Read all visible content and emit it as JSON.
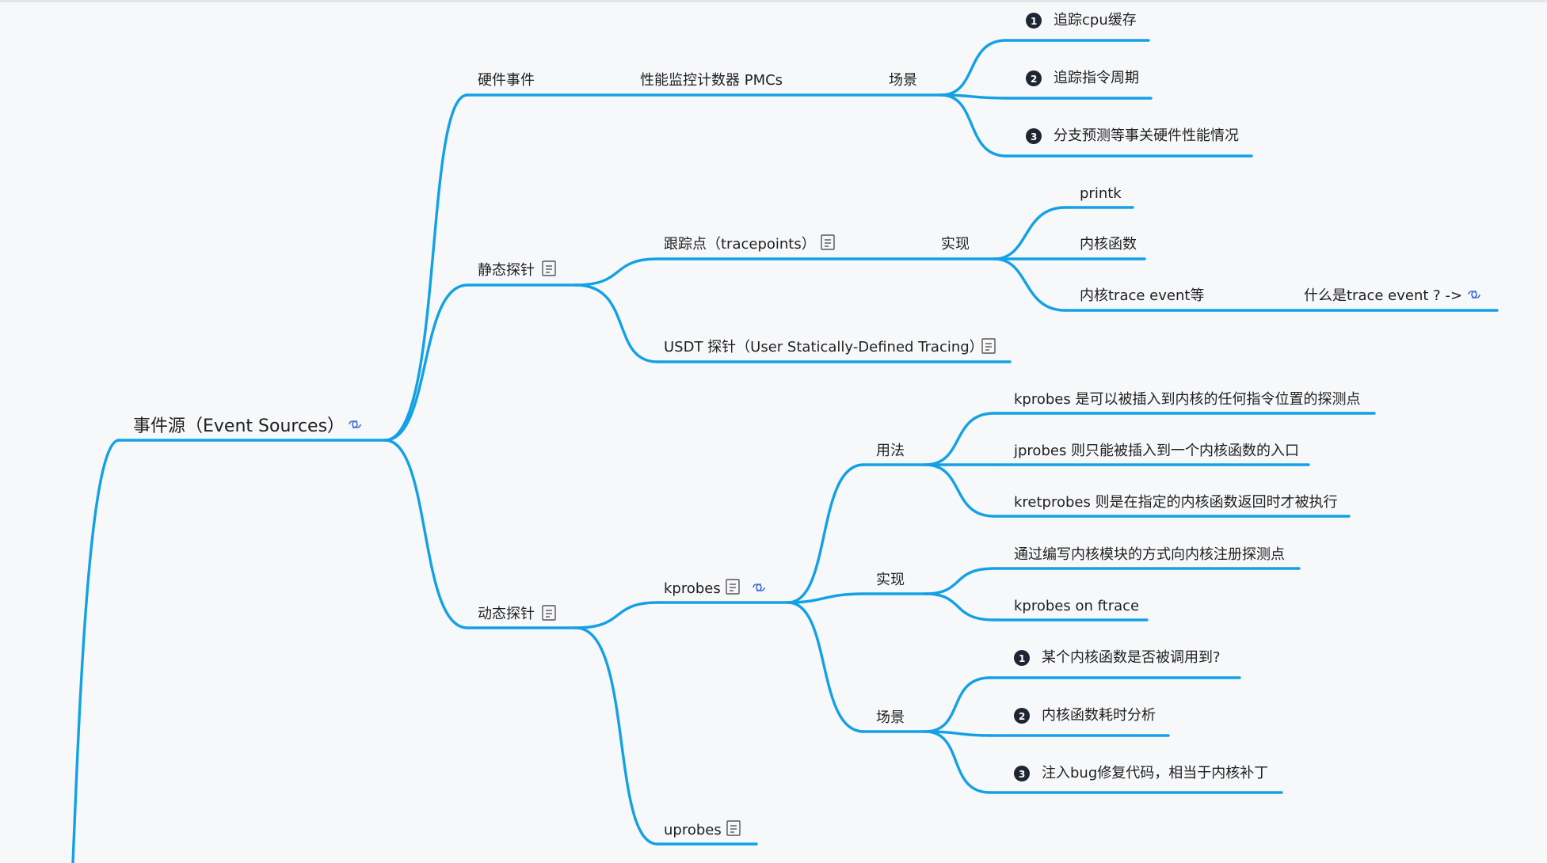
{
  "colors": {
    "edge": "#13a1e6",
    "text": "#1f1f1f",
    "badge": "#1f2633",
    "link_icon": "#3b6fd6",
    "background": "#f7f8fa"
  },
  "nodes": {
    "root": "事件源（Event Sources）",
    "hw": "硬件事件",
    "pmc": "性能监控计数器 PMCs",
    "hw_scene": "场景",
    "hw_s1": "追踪cpu缓存",
    "hw_s2": "追踪指令周期",
    "hw_s3": "分支预测等事关硬件性能情况",
    "static": "静态探针",
    "tracepoints": "跟踪点（tracepoints）",
    "tp_impl": "实现",
    "printk": "printk",
    "kfunc": "内核函数",
    "ktrace": "内核trace event等",
    "what_trace": "什么是trace event ? ->",
    "usdt": "USDT 探针（User Statically-Defined Tracing）",
    "dynamic": "动态探针",
    "kprobes": "kprobes",
    "usage": "用法",
    "use1": "kprobes 是可以被插入到内核的任何指令位置的探测点",
    "use2": "jprobes 则只能被插入到一个内核函数的入口",
    "use3": "kretprobes 则是在指定的内核函数返回时才被执行",
    "kp_impl": "实现",
    "impl1": "通过编写内核模块的方式向内核注册探测点",
    "impl2": "kprobes on ftrace",
    "kp_scene": "场景",
    "scene1": "某个内核函数是否被调用到?",
    "scene2": "内核函数耗时分析",
    "scene3": "注入bug修复代码，相当于内核补丁",
    "uprobes": "uprobes"
  },
  "badges": {
    "b1": "1",
    "b2": "2",
    "b3": "3"
  },
  "icons": {
    "link": "link-icon",
    "note": "note-icon"
  }
}
